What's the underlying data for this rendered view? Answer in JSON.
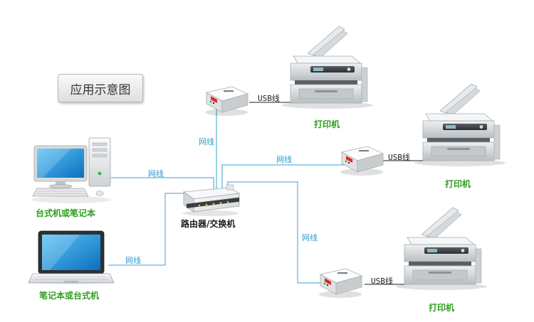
{
  "diagram": {
    "title": "应用示意图",
    "devices": {
      "desktop": "台式机或笔记本",
      "laptop": "笔记本或台式机",
      "router": "路由器/交换机",
      "printer_top": "打印机",
      "printer_mid": "打印机",
      "printer_bottom": "打印机"
    },
    "links": {
      "network": "网线",
      "usb": "USB线"
    },
    "colors": {
      "network_line": "#3aa0cf",
      "usb_line": "#222222",
      "device_caption": "#2e9f1d",
      "screen_blue": "#1f8fd6",
      "server_red": "#d92b2b"
    }
  }
}
